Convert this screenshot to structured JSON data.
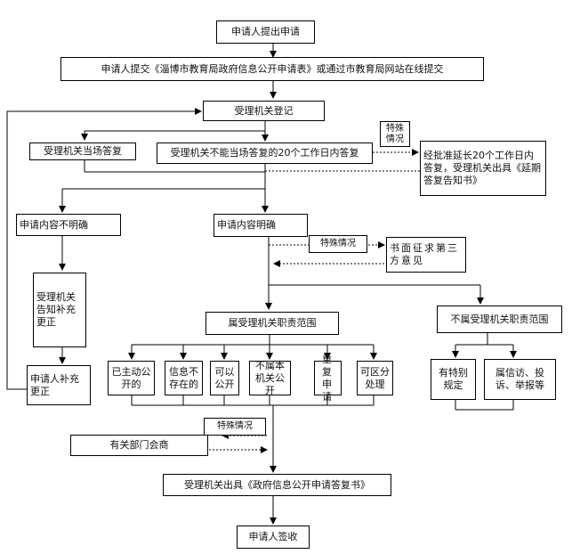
{
  "flow": {
    "start": "申请人提出申请",
    "submit": "申请人提交《淄博市教育局政府信息公开申请表》或通过市教育局网站在线提交",
    "register": "受理机关登记",
    "reply_on_site": "受理机关当场答复",
    "reply_20_days": "受理机关不能当场答复的20个工作日内答复",
    "special_case_1": "特殊\n情况",
    "extension": "经批准延长20个工作日内答复，受理机关出具《延期答复告知书》",
    "unclear": "申请内容不明确",
    "clear": "申请内容明确",
    "special_case_2": "特殊情况",
    "third_party": "书面征求第三方意见",
    "notify_correction": "受理机关告知补充更正",
    "applicant_correction": "申请人补充更正",
    "in_scope": "属受理机关职责范围",
    "out_of_scope": "不属受理机关职责范围",
    "cat_disclosed": "已主动公开的",
    "cat_not_exist": "信息不存在的",
    "cat_can_disclose": "可以公开",
    "cat_not_own": "不属本机关公开",
    "cat_repeat": "重复申请",
    "cat_partial": "可区分处理",
    "special_rules": "有特别规定",
    "petition": "属信访、投诉、举报等",
    "special_case_3": "特殊情况",
    "consult": "有关部门会商",
    "issue_reply": "受理机关出具《政府信息公开申请答复书》",
    "sign": "申请人签收"
  }
}
